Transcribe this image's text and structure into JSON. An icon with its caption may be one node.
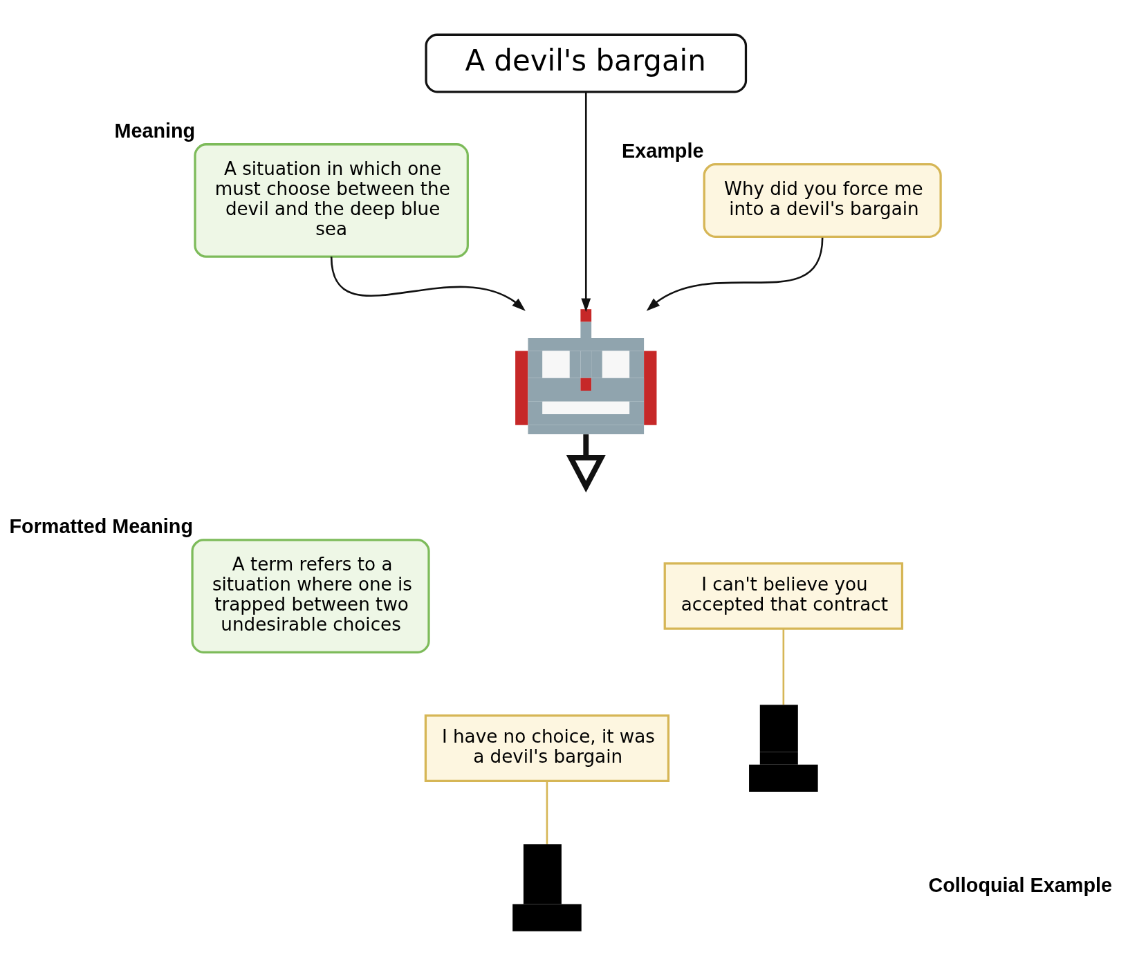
{
  "diagram": {
    "nodes": [
      {
        "text": [
          "A devil's bargain"
        ]
      },
      {
        "text": [
          "A situation in which one must choose between the devil and the deep blue sea"
        ],
        "beside": [
          "Meaning"
        ]
      },
      {
        "text": [
          "Why did you force me into a devil's bargain"
        ],
        "beside": [
          "Example"
        ]
      },
      {
        "text": [],
        "shape": "picture"
      },
      {
        "text": [
          "A term refers to a situation where one is trapped between two undesirable choices"
        ],
        "beside": [
          "Formatted Meaning"
        ]
      },
      {
        "text": [
          "I can't believe you accepted that contract"
        ]
      },
      {
        "text": [
          "I have no choice, it was a devil's bargain"
        ]
      },
      {
        "text": [],
        "shape": "person"
      },
      {
        "text": [],
        "shape": "person"
      }
    ],
    "edges": [
      {
        "from": 0,
        "to": 3,
        "arrow": "to"
      },
      {
        "from": 1,
        "to": 3,
        "arrow": "to"
      },
      {
        "from": 2,
        "to": 3,
        "arrow": "to"
      },
      {
        "from": 3,
        "to": null,
        "arrow": "to",
        "style": "thick"
      },
      {
        "from": 5,
        "to": 8,
        "arrow": "none",
        "color": "#d6b656"
      },
      {
        "from": 6,
        "to": 7,
        "arrow": "none",
        "color": "#d6b656"
      }
    ],
    "labels": [
      "Colloquial Example"
    ]
  }
}
